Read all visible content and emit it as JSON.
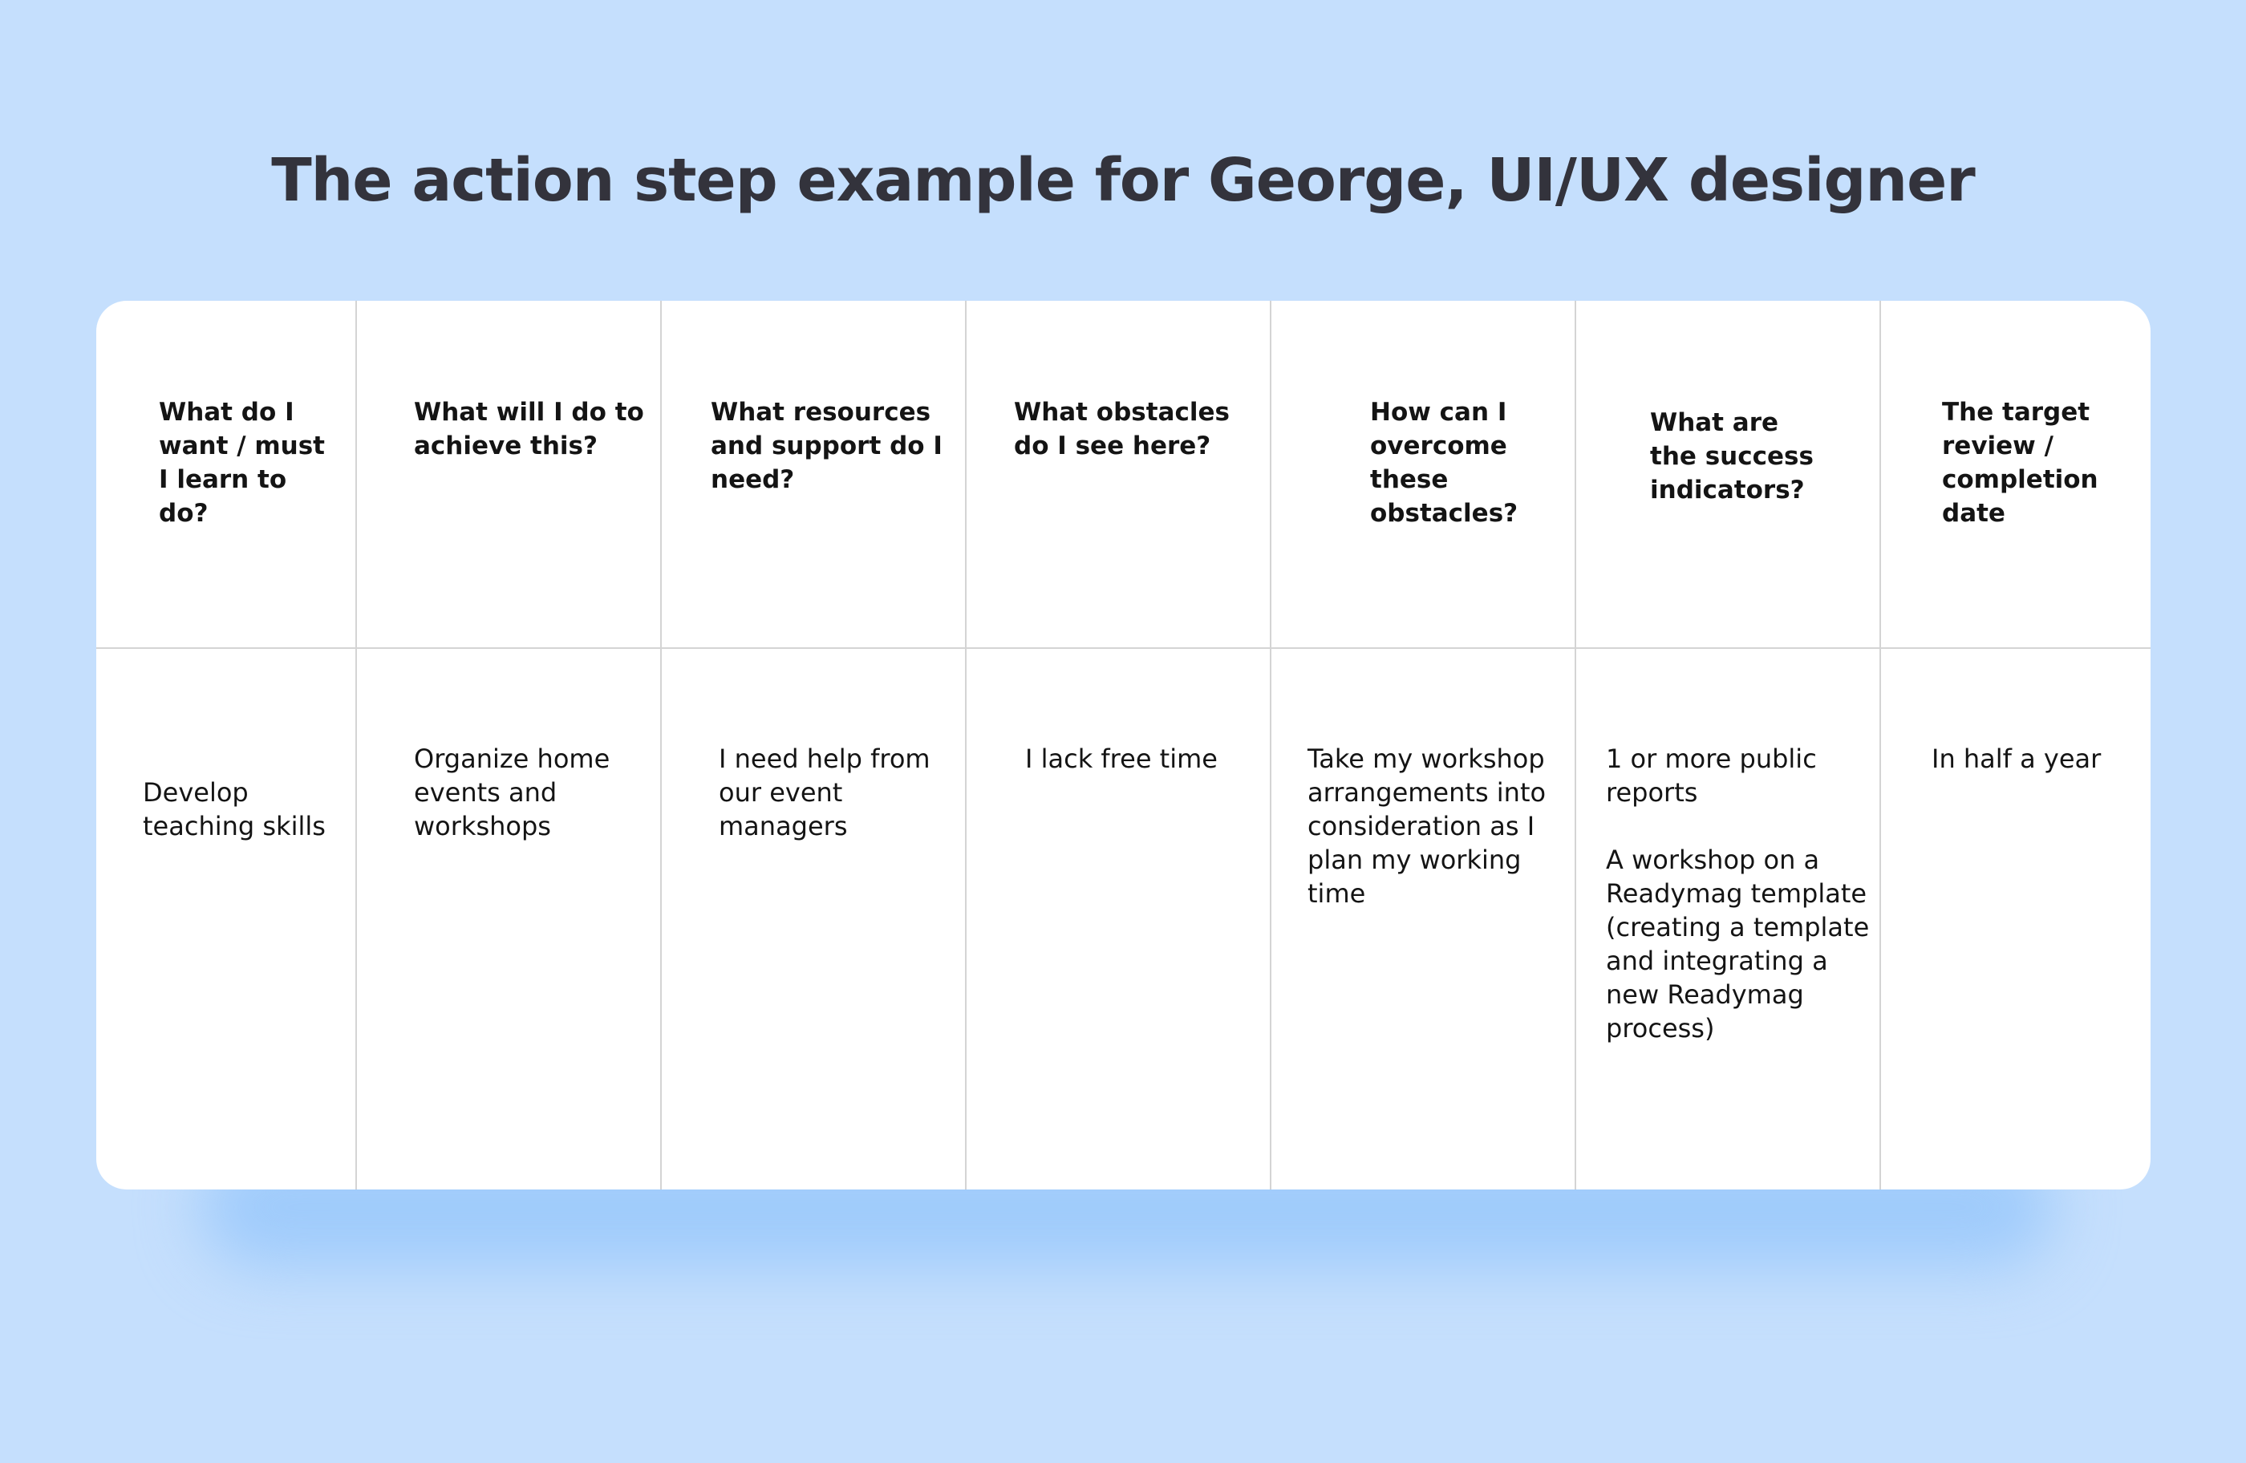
{
  "title": "The action step example for George, UI/UX designer",
  "table": {
    "headers": [
      "What do I want / must I learn to do?",
      "What will I do to achieve this?",
      "What resources and support do I need?",
      "What obstacles do I see here?",
      "How can I overcome these obstacles?",
      "What are the success indicators?",
      "The target review / completion date"
    ],
    "row": [
      "Develop teaching skills",
      "Organize home events and workshops",
      "I need help from our event managers",
      "I lack free time",
      "Take my workshop arrangements into consideration as I plan my working time",
      "1 or more public reports\n\nA workshop on a Readymag template (creating a template and integrating a new Readymag process)",
      "In half a year"
    ]
  }
}
